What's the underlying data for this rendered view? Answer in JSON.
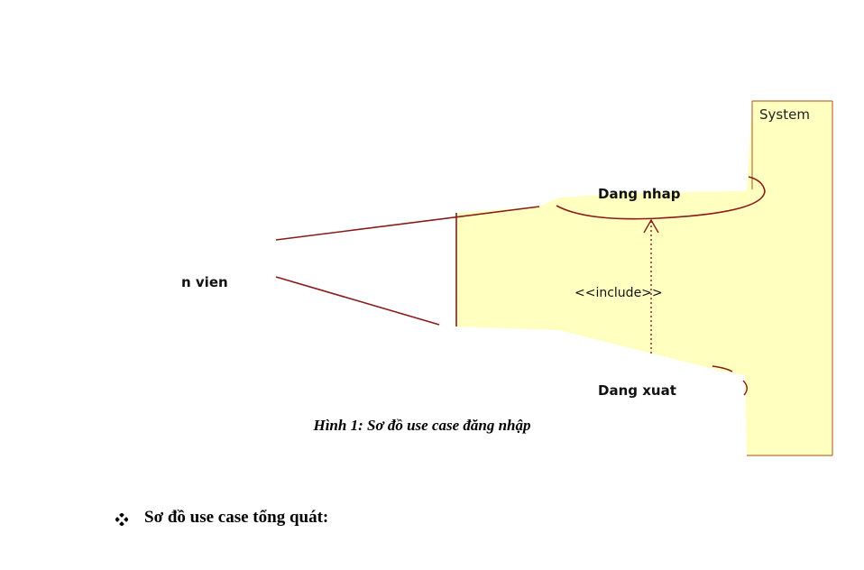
{
  "diagram": {
    "system_label": "System",
    "actor_label": "n vien",
    "usecase_login": "Dang nhap",
    "usecase_logout": "Dang xuat",
    "include_label": "<<include>>",
    "colors": {
      "boundary_fill": "#ffffc0",
      "boundary_stroke": "#a0522d",
      "line": "#8b1a1a"
    }
  },
  "caption": "Hình 1: Sơ đồ use case đăng nhập",
  "section": {
    "bullet_icon": "diamond-bullet-icon",
    "heading": "Sơ đồ use case tổng quát:"
  }
}
